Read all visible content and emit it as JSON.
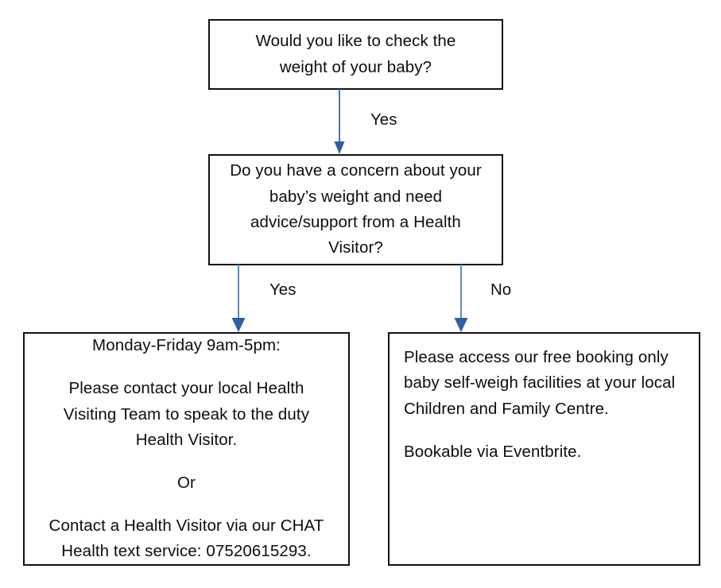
{
  "diagram": {
    "title": "Baby weight check decision flowchart",
    "accent_color": "#4472C4",
    "border_color": "#111111",
    "background_color": "#FFFFFF"
  },
  "nodes": {
    "question_1": {
      "id": "question-1",
      "text": "Would you like to check the\nweight of your baby?"
    },
    "question_2": {
      "id": "question-2",
      "text": "Do you have a concern about your\nbaby’s weight and need\nadvice/support from a Health\nVisitor?"
    },
    "outcome_yes": {
      "id": "outcome-yes",
      "paragraphs": [
        "Monday-Friday 9am-5pm:",
        "Please contact your local Health\nVisiting Team to speak to the duty\nHealth Visitor.",
        "Or",
        "Contact a Health Visitor via our CHAT\nHealth text service: 07520615293."
      ]
    },
    "outcome_no": {
      "id": "outcome-no",
      "paragraphs": [
        "Please access our free booking only\nbaby self-weigh facilities at your local\nChildren and Family Centre.",
        "Bookable via Eventbrite."
      ]
    }
  },
  "edges": [
    {
      "id": "edge-q1-q2",
      "label": "Yes",
      "from": "question-1",
      "to": "question-2"
    },
    {
      "id": "edge-q2-yes",
      "label": "Yes",
      "from": "question-2",
      "to": "outcome-yes"
    },
    {
      "id": "edge-q2-no",
      "label": "No",
      "from": "question-2",
      "to": "outcome-no"
    }
  ]
}
